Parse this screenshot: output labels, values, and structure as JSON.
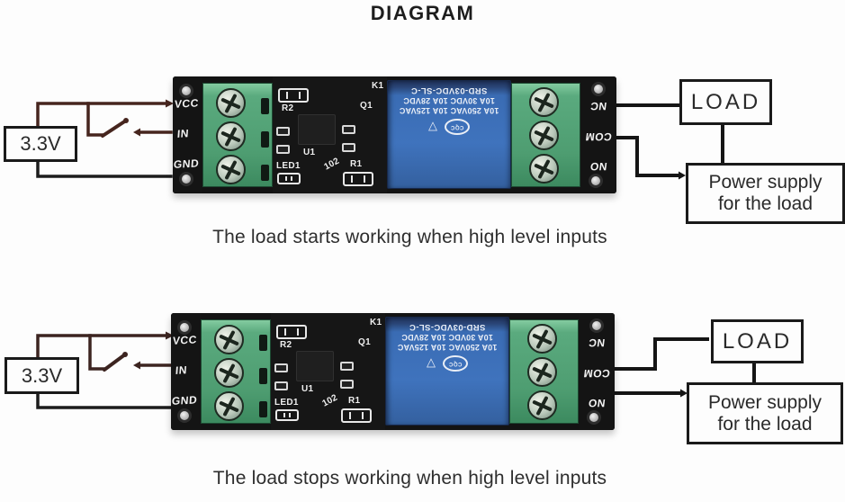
{
  "title": "DIAGRAM",
  "circuit_top": {
    "source_label": "3.3V",
    "load_label": "LOAD",
    "psu_line1": "Power supply",
    "psu_line2": "for the load",
    "caption": "The load starts working when high level inputs"
  },
  "circuit_bottom": {
    "source_label": "3.3V",
    "load_label": "LOAD",
    "psu_line1": "Power supply",
    "psu_line2": "for the load",
    "caption": "The load stops working when high level inputs"
  },
  "module": {
    "left_pins": [
      "VCC",
      "IN",
      "GND"
    ],
    "right_pins": [
      "NC",
      "COM",
      "NO"
    ],
    "silkscreen": {
      "r2": "R2",
      "u1": "U1",
      "led1": "LED1",
      "r1": "R1",
      "q1": "Q1",
      "k1": "K1",
      "cap_code": "102"
    },
    "relay": {
      "oval_logo": "CQC",
      "rating_line1": "10A 250VAC  10A 125VAC",
      "rating_line2": "10A 30VDC  10A 28VDC",
      "model": "SRD-03VDC-SL-C"
    }
  },
  "colors": {
    "background": "#fdfdfd",
    "wire_signal": "#46251e",
    "wire_ground": "#1c1c1c",
    "wire_output": "#151515",
    "pcb_black": "#141414",
    "terminal_green": "#55a679",
    "relay_blue": "#3a6cb4",
    "box_border": "#1a1a1a"
  }
}
